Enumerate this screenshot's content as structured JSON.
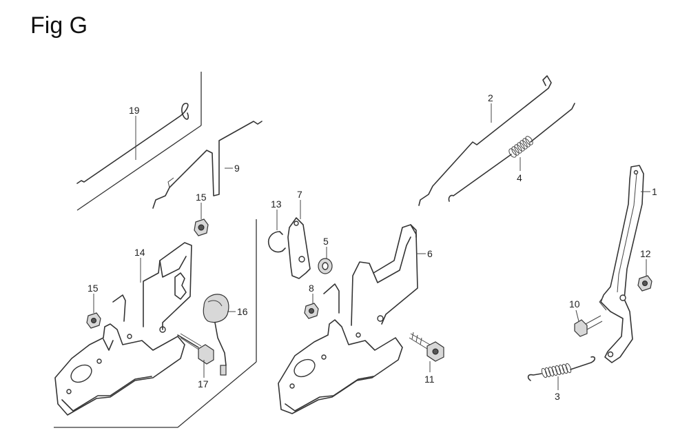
{
  "figure": {
    "title": "Fig G"
  },
  "callouts": [
    {
      "id": "1",
      "label": "1"
    },
    {
      "id": "2",
      "label": "2"
    },
    {
      "id": "3",
      "label": "3"
    },
    {
      "id": "4",
      "label": "4"
    },
    {
      "id": "5",
      "label": "5"
    },
    {
      "id": "6",
      "label": "6"
    },
    {
      "id": "7",
      "label": "7"
    },
    {
      "id": "8",
      "label": "8"
    },
    {
      "id": "9",
      "label": "9"
    },
    {
      "id": "10",
      "label": "10"
    },
    {
      "id": "11",
      "label": "11"
    },
    {
      "id": "12",
      "label": "12"
    },
    {
      "id": "13",
      "label": "13"
    },
    {
      "id": "14",
      "label": "14"
    },
    {
      "id": "15a",
      "label": "15"
    },
    {
      "id": "15b",
      "label": "15"
    },
    {
      "id": "16",
      "label": "16"
    },
    {
      "id": "17",
      "label": "17"
    },
    {
      "id": "19",
      "label": "19"
    }
  ]
}
